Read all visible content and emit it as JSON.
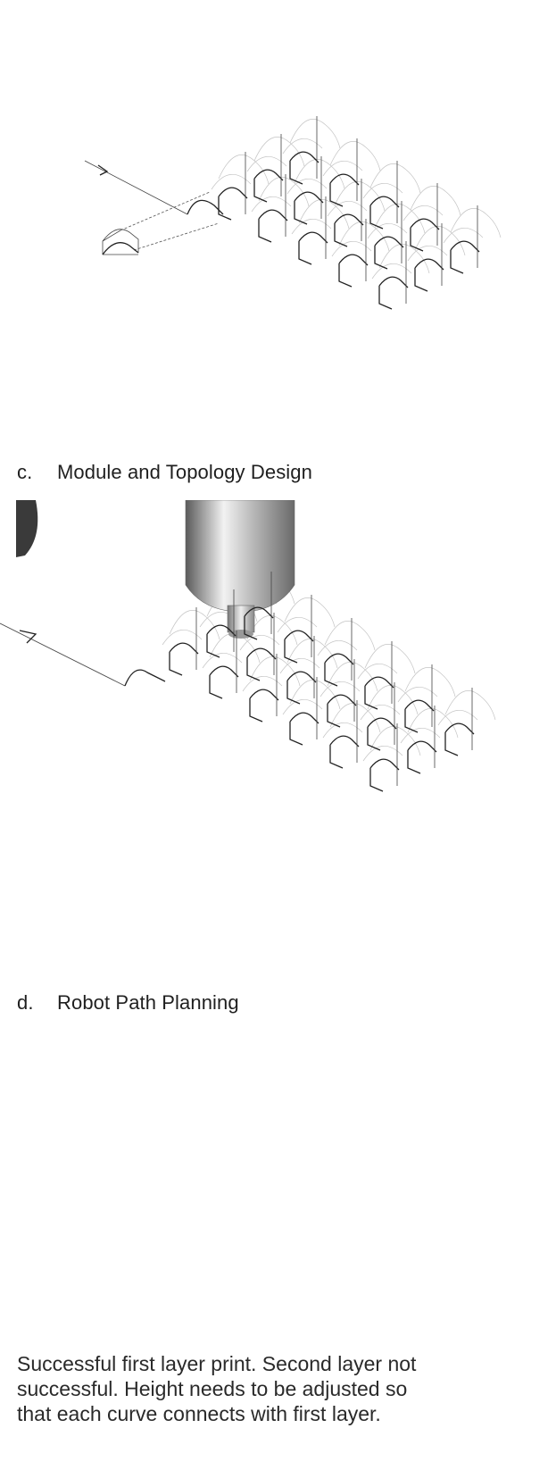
{
  "figures": [
    {
      "letter": "c.",
      "title": "Module and Topology Design"
    },
    {
      "letter": "d.",
      "title": "Robot Path Planning"
    }
  ],
  "note": {
    "lines": [
      "Successful first layer print. Second layer not",
      "successful. Height needs to be adjusted so",
      "that each curve connects with first layer."
    ]
  }
}
